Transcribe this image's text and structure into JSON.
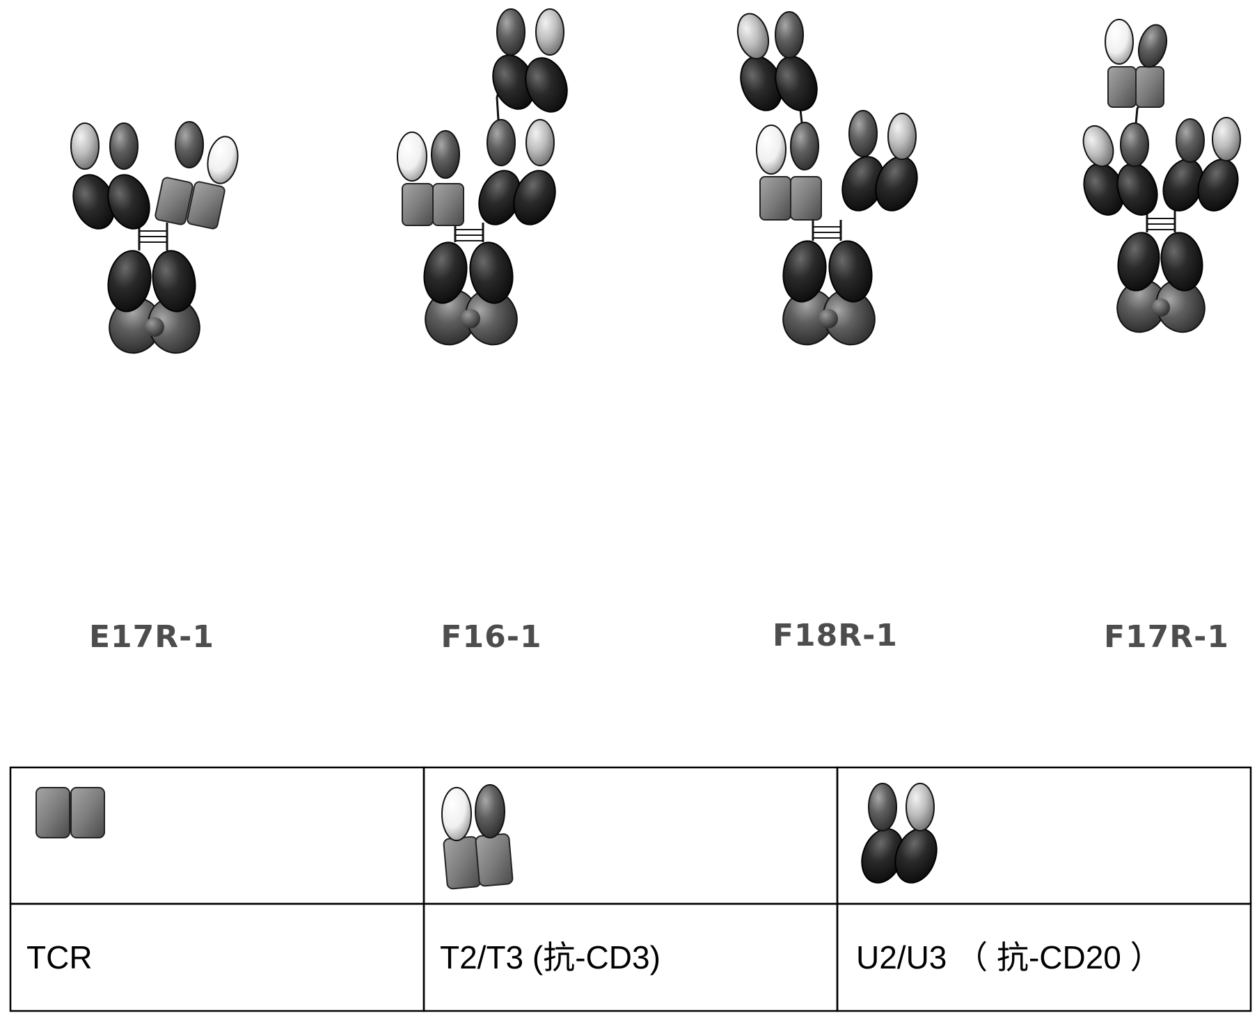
{
  "molecules": [
    {
      "name": "E17R-1"
    },
    {
      "name": "F16-1"
    },
    {
      "name": "F18R-1"
    },
    {
      "name": "F17R-1"
    }
  ],
  "legend": [
    {
      "label": "TCR",
      "symbol": "tcr-domain"
    },
    {
      "label": "T2/T3 (抗-CD3)",
      "symbol": "fab-on-tcr"
    },
    {
      "label": "U2/U3 （ 抗-CD20 ）",
      "symbol": "fab-pair"
    }
  ],
  "colors": {
    "dark": "#2a2a2a",
    "mid": "#5f5f5f",
    "light": "#bdbdbd",
    "white": "#f4f4f4",
    "tcr": "#7d7d7d",
    "label": "#4d4d4d",
    "border": "#000000"
  }
}
